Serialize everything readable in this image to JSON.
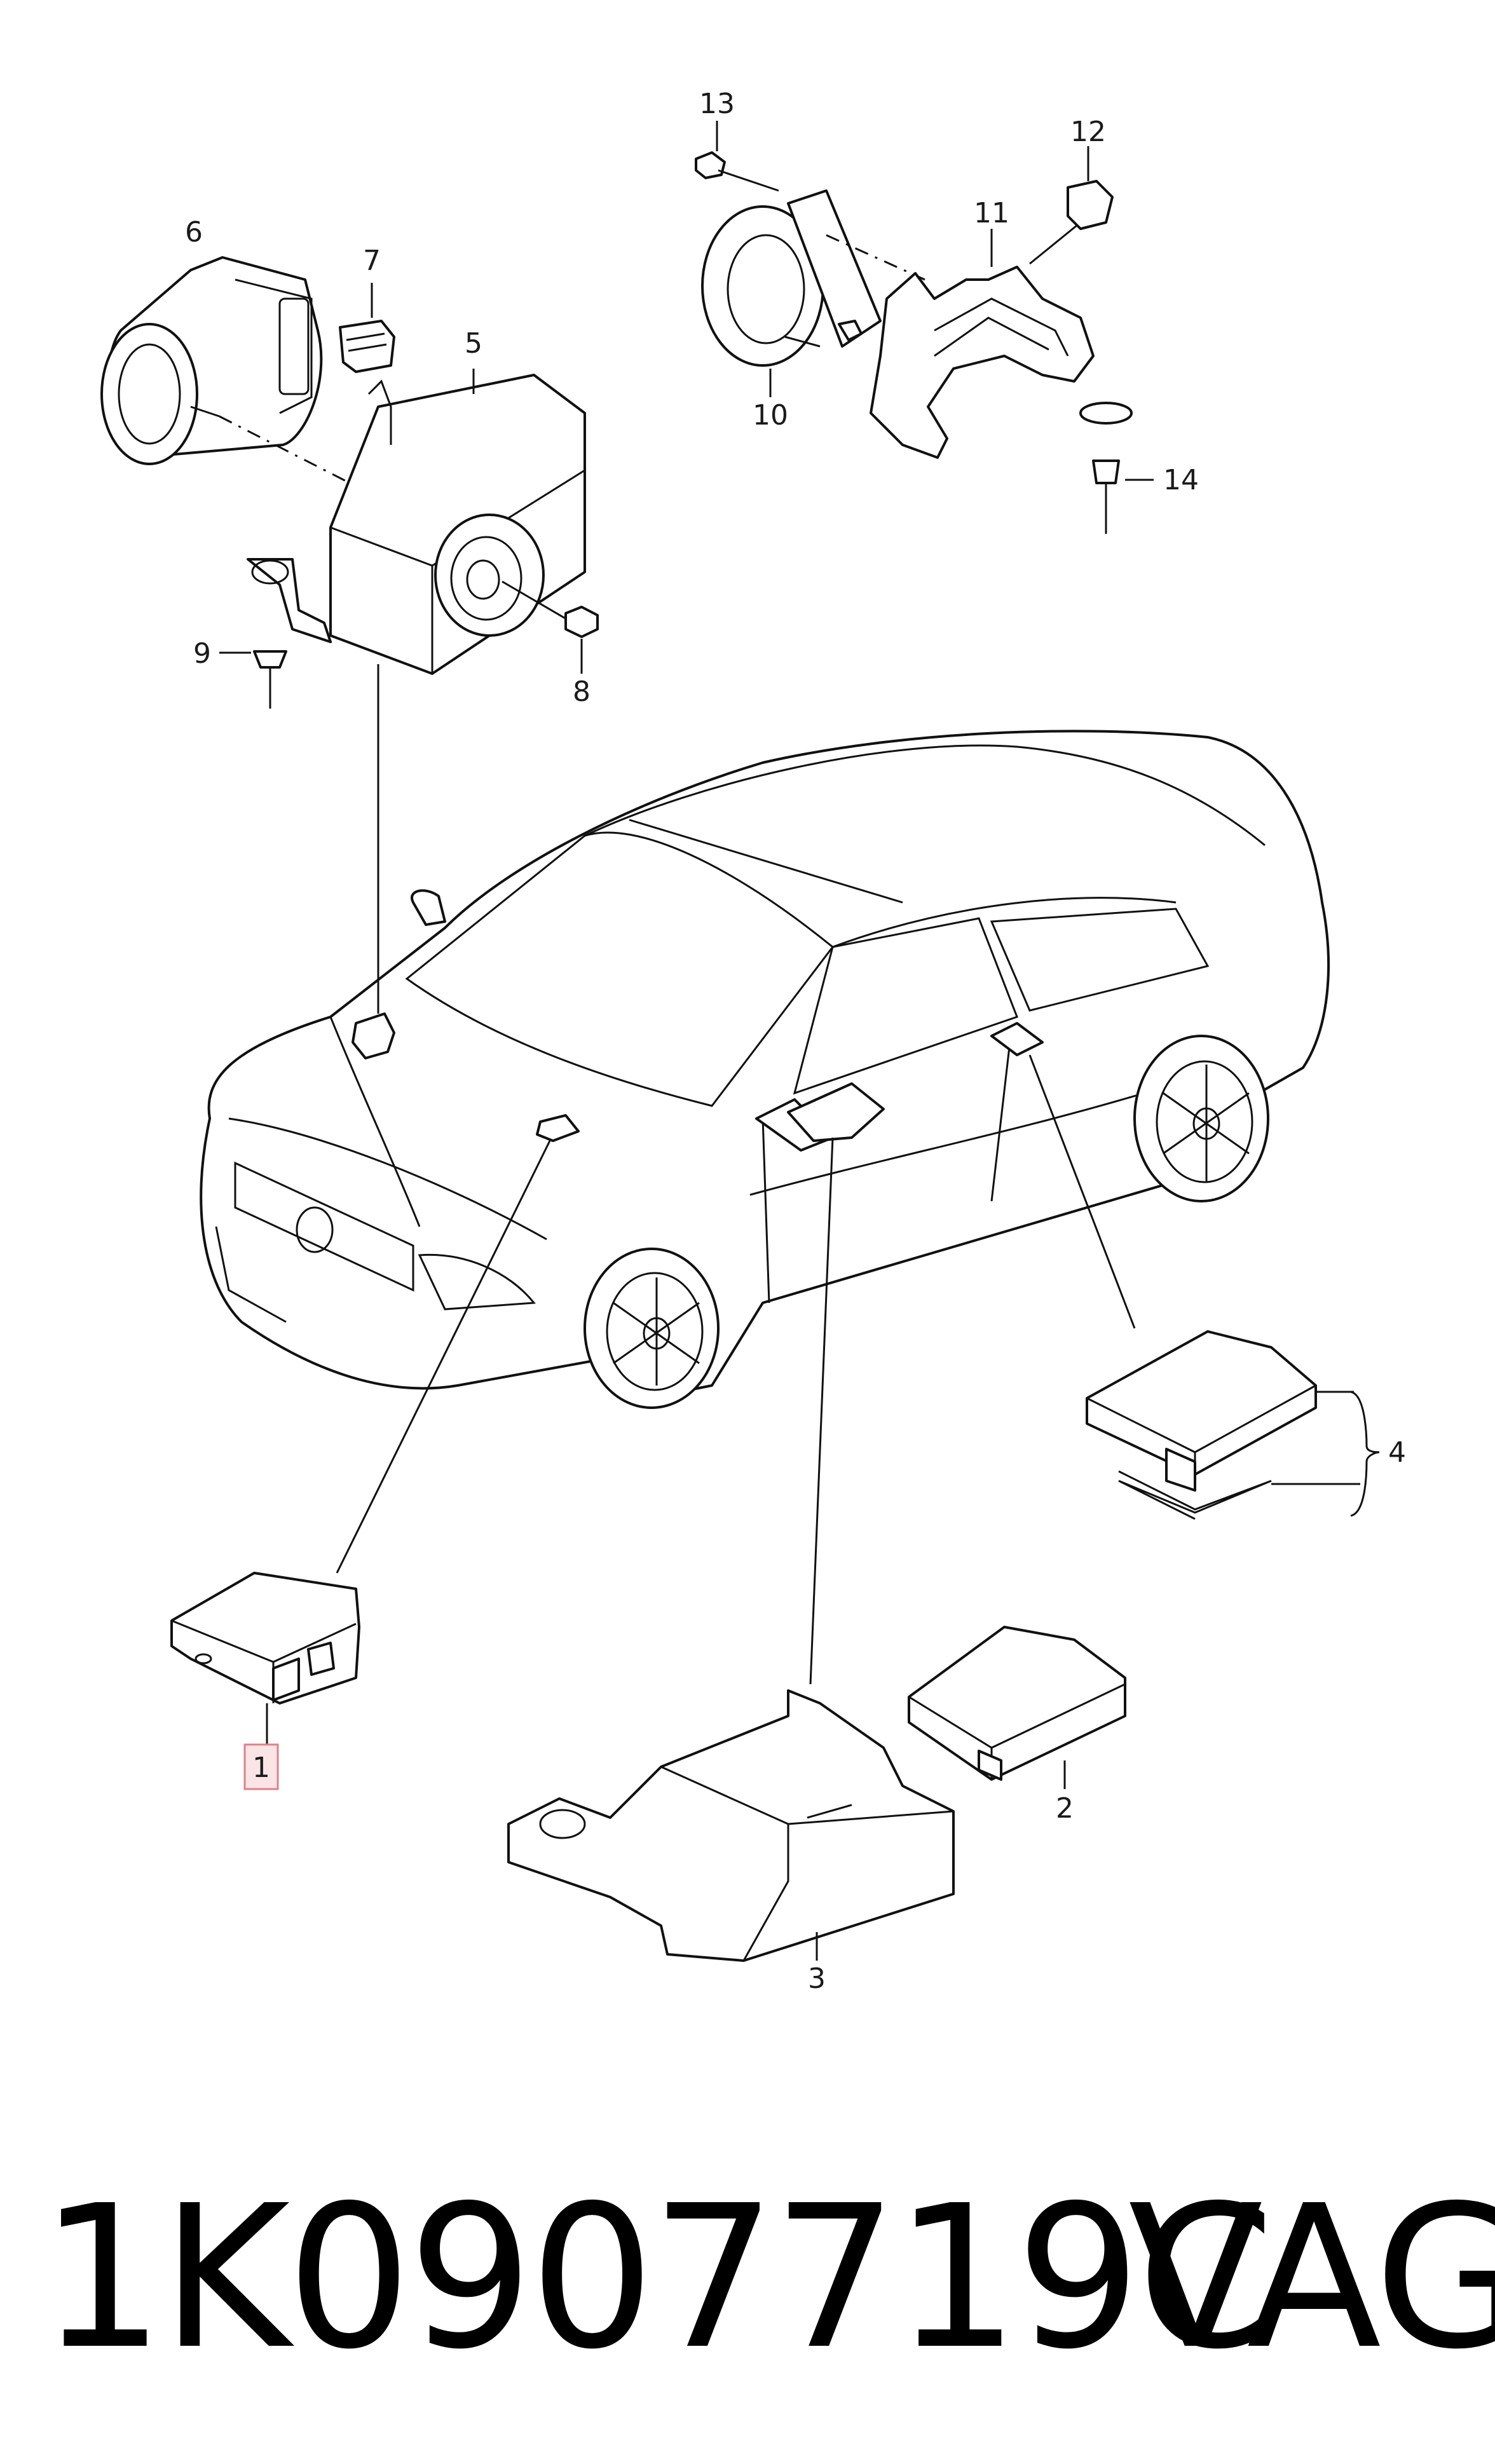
{
  "callouts": {
    "c1": "1",
    "c2": "2",
    "c3": "3",
    "c4": "4",
    "c5": "5",
    "c6": "6",
    "c7": "7",
    "c8": "8",
    "c9": "9",
    "c10": "10",
    "c11": "11",
    "c12": "12",
    "c13": "13",
    "c14": "14"
  },
  "highlighted_callout": "1",
  "footer": {
    "part_number": "1K0907719C",
    "brand": "VAG"
  },
  "colors": {
    "line": "#111111",
    "highlight_fill": "#fbe4e6",
    "highlight_stroke": "#e08088"
  }
}
